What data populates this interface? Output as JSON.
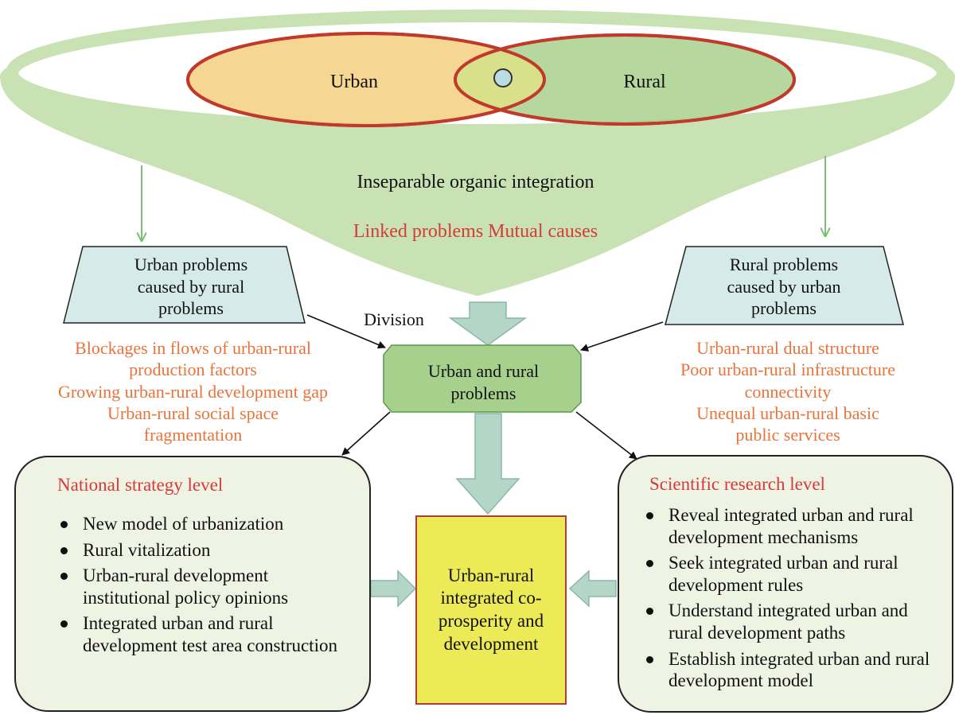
{
  "venn": {
    "left_label": "Urban",
    "right_label": "Rural"
  },
  "funnel": {
    "line1": "Inseparable organic integration",
    "line2": "Linked problems Mutual causes"
  },
  "left_trapezoid": {
    "text": [
      "Urban problems",
      "caused by rural",
      "problems"
    ]
  },
  "right_trapezoid": {
    "text": [
      "Rural problems",
      "caused by urban",
      "problems"
    ]
  },
  "division_label": "Division",
  "center_hex": {
    "text": [
      "Urban and rural",
      "problems"
    ]
  },
  "left_issues": [
    "Blockages in flows of urban-rural",
    "production factors",
    "Growing urban-rural  development gap",
    "Urban-rural social space",
    "fragmentation"
  ],
  "right_issues": [
    "Urban-rural dual structure",
    "Poor urban-rural  infrastructure",
    "connectivity",
    "Unequal urban-rural  basic",
    "public services"
  ],
  "national": {
    "title": "National strategy level",
    "items": [
      "New model of urbanization",
      "Rural vitalization",
      "Urban-rural development institutional policy opinions",
      "Integrated urban and rural development test area construction"
    ]
  },
  "scientific": {
    "title": "Scientific research level",
    "items": [
      "Reveal integrated urban and rural development mechanisms",
      "Seek integrated urban and rural development rules",
      "Understand integrated urban and rural development paths",
      "Establish integrated urban and rural development model"
    ]
  },
  "outcome": {
    "text": "Urban-rural integrated co-prosperity and development"
  },
  "colors": {
    "funnel": "#c8e2b4",
    "urban_fill": "#f5d48d",
    "rural_fill": "#a9d18e",
    "venn_outline": "#c0392b",
    "trapezoid": "#d6ebe9",
    "hex": "#a8d08d",
    "side_box": "#eef3e4",
    "outcome": "#ecea56",
    "arrow_fill": "#b4d6c9"
  }
}
